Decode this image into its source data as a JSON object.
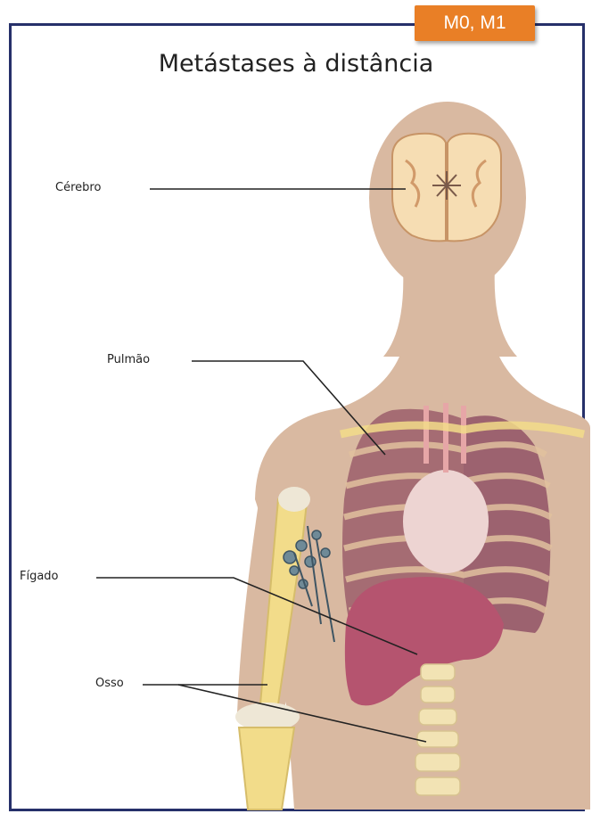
{
  "badge": {
    "text": "M0, M1"
  },
  "title": "Metástases à distância",
  "labels": {
    "brain": "Cérebro",
    "lung": "Pulmão",
    "liver": "Fígado",
    "bone": "Osso"
  },
  "colors": {
    "frame": "#26306a",
    "badge": "#e97f26",
    "skin": "#d6b39a",
    "lung": "#9a5a6b",
    "liver": "#b0506e",
    "bone": "#f2dc8a",
    "brain": "#f4d9b0"
  }
}
